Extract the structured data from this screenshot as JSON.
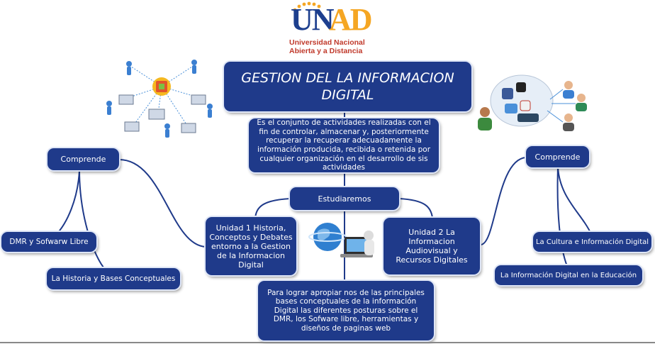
{
  "logo": {
    "brand_u": "UN",
    "brand_ad": "AD",
    "line1": "Universidad Nacional",
    "line2": "Abierta y a Distancia"
  },
  "title": "GESTION DEL LA INFORMACION DIGITAL",
  "definition": "Es el conjunto de actividades realizadas con el fin de controlar, almacenar y, posteriormente recuperar la recuperar adecuadamente la información producida, recibida o retenida por cualquier organización en el desarrollo de sis actividades",
  "estudiaremos": "Estudiaremos",
  "unidad1": "Unidad 1 Historia, Conceptos y Debates entorno a la Gestion de la Informacion Digital",
  "unidad2": "Unidad 2 La Informacion Audiovisual y Recursos Digitales",
  "left": {
    "comprende": "Comprende",
    "item1": "DMR y Sofwarw Libre",
    "item2": "La Historia y Bases Conceptuales"
  },
  "right": {
    "comprende": "Comprende",
    "item1": "La Cultura e Información Digital",
    "item2": "La Información Digital en la Educación"
  },
  "goal": "Para lograr apropiar nos de las principales bases conceptuales de la información Digital las diferentes posturas sobre el DMR, los Sofware libre, herramientas y diseños de paginas web",
  "colors": {
    "node_fill": "#1f3a8a",
    "node_text": "#ffffff",
    "connector": "#1f3a8a",
    "logo_blue": "#1d3f8e",
    "logo_orange": "#f5a623",
    "logo_red": "#c0392b"
  },
  "icons": [
    "network-diagram-icon",
    "social-network-icon",
    "globe-computer-icon"
  ]
}
